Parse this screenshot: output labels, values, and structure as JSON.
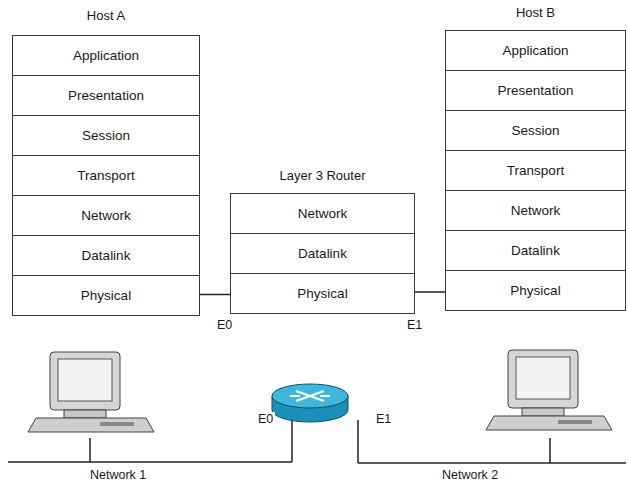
{
  "diagram": {
    "nodes": [
      {
        "text": [
          "Host A"
        ]
      },
      {
        "text": [
          "Application"
        ],
        "in": 0
      },
      {
        "text": [
          "Presentation"
        ],
        "in": 0
      },
      {
        "text": [
          "Session"
        ],
        "in": 0
      },
      {
        "text": [
          "Transport"
        ],
        "in": 0
      },
      {
        "text": [
          "Network"
        ],
        "in": 0
      },
      {
        "text": [
          "Datalink"
        ],
        "in": 0
      },
      {
        "text": [
          "Physical"
        ],
        "in": 0
      },
      {
        "text": [
          "Layer 3 Router"
        ]
      },
      {
        "text": [
          "Network"
        ],
        "in": 8
      },
      {
        "text": [
          "Datalink"
        ],
        "in": 8
      },
      {
        "text": [
          "Physical"
        ],
        "in": 8
      },
      {
        "text": [
          "Host B"
        ]
      },
      {
        "text": [
          "Application"
        ],
        "in": 12
      },
      {
        "text": [
          "Presentation"
        ],
        "in": 12
      },
      {
        "text": [
          "Session"
        ],
        "in": 12
      },
      {
        "text": [
          "Transport"
        ],
        "in": 12
      },
      {
        "text": [
          "Network"
        ],
        "in": 12
      },
      {
        "text": [
          "Datalink"
        ],
        "in": 12
      },
      {
        "text": [
          "Physical"
        ],
        "in": 12
      }
    ],
    "edges": [
      {
        "from": 7,
        "to": 11,
        "arrow": "none"
      },
      {
        "from": 11,
        "to": 19,
        "arrow": "none"
      }
    ],
    "labels": [
      "E0",
      "E1",
      "E0",
      "E1",
      "Network 1",
      "Network 2"
    ]
  }
}
